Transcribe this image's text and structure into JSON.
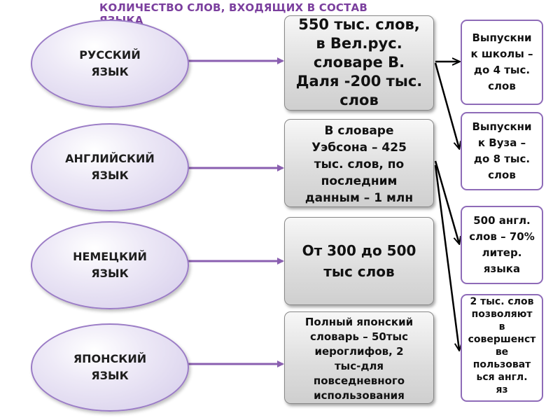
{
  "title": "КОЛИЧЕСТВО СЛОВ, ВХОДЯЩИХ В СОСТАВ ЯЗЫКА",
  "languages": [
    {
      "label": "РУССКИЙ\nЯЗЫК"
    },
    {
      "label": "АНГЛИЙСКИЙ\nЯЗЫК"
    },
    {
      "label": "НЕМЕЦКИЙ\nЯЗЫК"
    },
    {
      "label": "ЯПОНСКИЙ\nЯЗЫК"
    }
  ],
  "counts": [
    {
      "text": "550 тыс. слов,\nв Вел.рус.\nсловаре В.\nДаля -200 тыс.\nслов"
    },
    {
      "text": "В словаре\nУэбсона – 425\nтыс. слов, по\nпоследним\nданным – 1 млн"
    },
    {
      "text": "От 300 до 500\nтыс слов"
    },
    {
      "text": "Полный японский\nсловарь – 50тыс\nиероглифов, 2\nтыс-для\nповседневного\nиспользования"
    }
  ],
  "notes": [
    {
      "text": "Выпускни\nк школы –\nдо 4 тыс.\nслов"
    },
    {
      "text": "Выпускни\nк Вуза –\nдо 8 тыс.\nслов"
    },
    {
      "text": "500 англ.\nслов – 70%\nлитер.\nязыка"
    },
    {
      "text": "2 тыс. слов\nпозволяют\nв\nсовершенст\nве\nпользоват\nься англ.\nяз"
    }
  ]
}
